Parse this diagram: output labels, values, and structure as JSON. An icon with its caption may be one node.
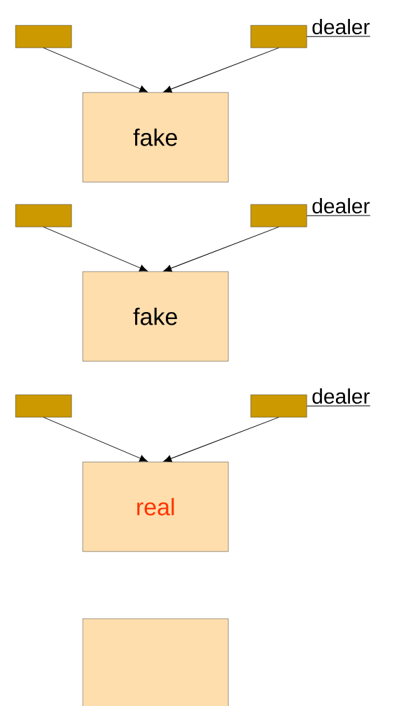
{
  "diagram": {
    "nodes": [
      {
        "text": [],
        "shape": "bar"
      },
      {
        "text": [],
        "shape": "bar"
      },
      {
        "text": [
          "dealer"
        ]
      },
      {
        "text": [
          "fake"
        ]
      },
      {
        "text": [],
        "shape": "bar"
      },
      {
        "text": [],
        "shape": "bar"
      },
      {
        "text": [
          "dealer"
        ]
      },
      {
        "text": [
          "fake"
        ]
      },
      {
        "text": [],
        "shape": "bar"
      },
      {
        "text": [],
        "shape": "bar"
      },
      {
        "text": [
          "dealer"
        ]
      },
      {
        "text": [
          "real"
        ]
      },
      {
        "text": [],
        "shape": "box"
      }
    ],
    "edges": [
      {
        "from": 0,
        "to": 3,
        "arrow": "to"
      },
      {
        "from": 1,
        "to": 3,
        "arrow": "to"
      },
      {
        "from": 2,
        "to": 1,
        "arrow": "none"
      },
      {
        "from": 4,
        "to": 7,
        "arrow": "to"
      },
      {
        "from": 5,
        "to": 7,
        "arrow": "to"
      },
      {
        "from": 6,
        "to": 5,
        "arrow": "none"
      },
      {
        "from": 8,
        "to": 11,
        "arrow": "to"
      },
      {
        "from": 9,
        "to": 11,
        "arrow": "to"
      },
      {
        "from": 10,
        "to": 9,
        "arrow": "none"
      }
    ]
  }
}
